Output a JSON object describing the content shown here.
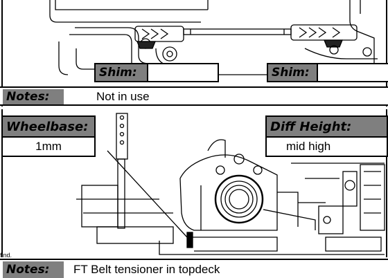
{
  "top_section": {
    "shim_left_label": "Shim:",
    "shim_left_value": "",
    "shim_right_label": "Shim:",
    "shim_right_value": "",
    "notes_label": "Notes:",
    "notes_value": "Not in use"
  },
  "bottom_section": {
    "wheelbase_label": "Wheelbase:",
    "wheelbase_value": "1mm",
    "diff_height_label": "Diff Height:",
    "diff_height_value": "mid high",
    "stray_text": "find.",
    "notes_label": "Notes:",
    "notes_value": "FT Belt tensioner in topdeck"
  },
  "colors": {
    "label_bg": "#7f7f7f",
    "line": "#000000",
    "background": "#ffffff"
  }
}
